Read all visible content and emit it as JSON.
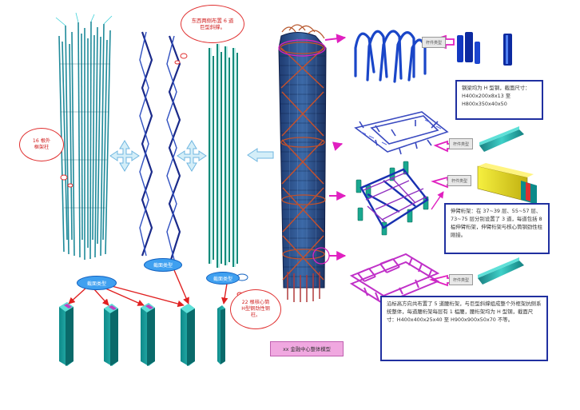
{
  "clouds": {
    "outer_columns": "16 根外\n框架柱",
    "giant_diagonal": "东西两侧布置 6 道\n巨型斜撑。",
    "core_columns": "22 根核心筒\nH型钢劲性钢\n柱。"
  },
  "labels": {
    "section_type_1": "截面类型",
    "section_type_2": "截面类型",
    "section_type_3": "截面类型",
    "member_type_1": "杆件类型",
    "member_type_2": "杆件类型",
    "member_type_3": "杆件类型",
    "member_type_4": "杆件类型",
    "tower_caption": "xx 金融中心整体模型"
  },
  "boxes": {
    "steel_beam": "钢梁均为 H 型钢，截面尺寸：H400x200x8x13 至\nH800x350x40x50",
    "outrigger": "伸臂桁架：在 37~39 层、55~57 层、73~75 层分别设置了 3 道，每道包括 8 榀伸臂桁架，伸臂桁架与核心筒钢劲性柱刚接。",
    "belt_truss": "沿标高方向共布置了 5 道腰桁架，与巨型斜撑组成整个外框架抗侧系统整体，每道腰桁架每层有 1 榀腰，腰桁架均为 H 型钢，截面尺寸：H400x400x25x40 至 H900x900x50x70 不等。"
  },
  "colors": {
    "accent_magenta": "#e020c0",
    "accent_red": "#e02020",
    "cyan": "#20b8b0",
    "navy": "#1a2a8a",
    "blue": "#2050d0",
    "box_border": "#2030a0",
    "tag_pink": "#f0a8e0"
  }
}
